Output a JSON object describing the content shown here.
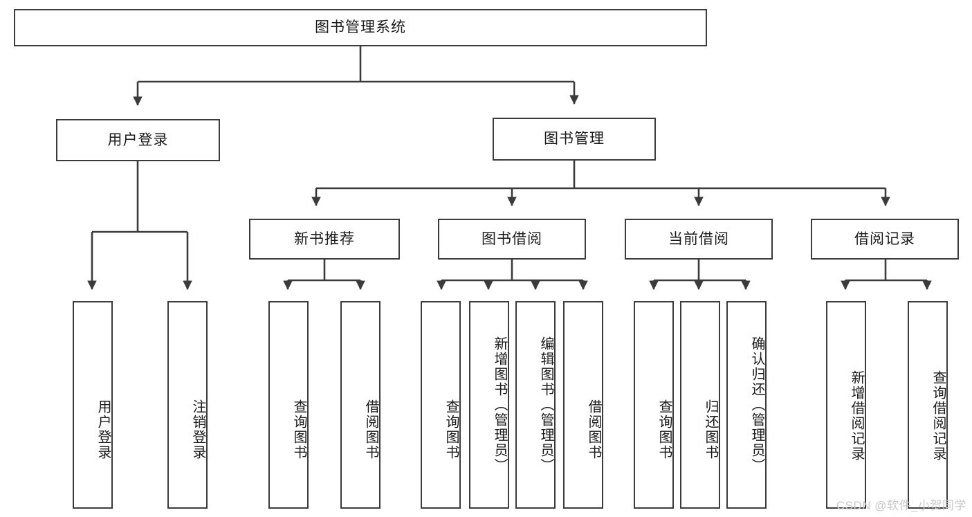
{
  "diagram": {
    "title": "图书管理系统",
    "type": "tree",
    "watermark": "CSDN @软件_小贺同学",
    "colors": {
      "box_border": "#3b3b3b",
      "box_fill": "#ffffff",
      "edge": "#3b3b3b",
      "text": "#1b1b1b",
      "watermark": "#c9c9c9",
      "background": "#ffffff"
    },
    "nodes": {
      "root": {
        "label": "图书管理系统",
        "level": 1,
        "orientation": "horizontal"
      },
      "user_login": {
        "label": "用户登录",
        "level": 2,
        "orientation": "horizontal"
      },
      "book_manage": {
        "label": "图书管理",
        "level": 2,
        "orientation": "horizontal"
      },
      "new_book_rec": {
        "label": "新书推荐",
        "level": 3,
        "orientation": "horizontal"
      },
      "book_borrow": {
        "label": "图书借阅",
        "level": 3,
        "orientation": "horizontal"
      },
      "current_borrow": {
        "label": "当前借阅",
        "level": 3,
        "orientation": "horizontal"
      },
      "borrow_record": {
        "label": "借阅记录",
        "level": 3,
        "orientation": "horizontal"
      },
      "leaf_user_login": {
        "label": "用户登录",
        "level": 4,
        "orientation": "vertical"
      },
      "leaf_logout": {
        "label": "注销登录",
        "level": 4,
        "orientation": "vertical"
      },
      "leaf_query_book_1": {
        "label": "查询图书",
        "level": 4,
        "orientation": "vertical"
      },
      "leaf_borrow_book_1": {
        "label": "借阅图书",
        "level": 4,
        "orientation": "vertical"
      },
      "leaf_query_book_2": {
        "label": "查询图书",
        "level": 4,
        "orientation": "vertical"
      },
      "leaf_add_book": {
        "label": "新增图书（管理员）",
        "level": 4,
        "orientation": "vertical"
      },
      "leaf_edit_book": {
        "label": "编辑图书（管理员）",
        "level": 4,
        "orientation": "vertical"
      },
      "leaf_borrow_book_2": {
        "label": "借阅图书",
        "level": 4,
        "orientation": "vertical"
      },
      "leaf_query_book_3": {
        "label": "查询图书",
        "level": 4,
        "orientation": "vertical"
      },
      "leaf_return_book": {
        "label": "归还图书",
        "level": 4,
        "orientation": "vertical"
      },
      "leaf_confirm_return": {
        "label": "确认归还（管理员）",
        "level": 4,
        "orientation": "vertical"
      },
      "leaf_add_record": {
        "label": "新增借阅记录",
        "level": 4,
        "orientation": "vertical"
      },
      "leaf_query_record": {
        "label": "查询借阅记录",
        "level": 4,
        "orientation": "vertical"
      }
    },
    "hierarchy": [
      {
        "parent": "root",
        "children": [
          "user_login",
          "book_manage"
        ]
      },
      {
        "parent": "user_login",
        "children": [
          "leaf_user_login",
          "leaf_logout"
        ]
      },
      {
        "parent": "book_manage",
        "children": [
          "new_book_rec",
          "book_borrow",
          "current_borrow",
          "borrow_record"
        ]
      },
      {
        "parent": "new_book_rec",
        "children": [
          "leaf_query_book_1",
          "leaf_borrow_book_1"
        ]
      },
      {
        "parent": "book_borrow",
        "children": [
          "leaf_query_book_2",
          "leaf_add_book",
          "leaf_edit_book",
          "leaf_borrow_book_2"
        ]
      },
      {
        "parent": "current_borrow",
        "children": [
          "leaf_query_book_3",
          "leaf_return_book",
          "leaf_confirm_return"
        ]
      },
      {
        "parent": "borrow_record",
        "children": [
          "leaf_add_record",
          "leaf_query_record"
        ]
      }
    ]
  }
}
